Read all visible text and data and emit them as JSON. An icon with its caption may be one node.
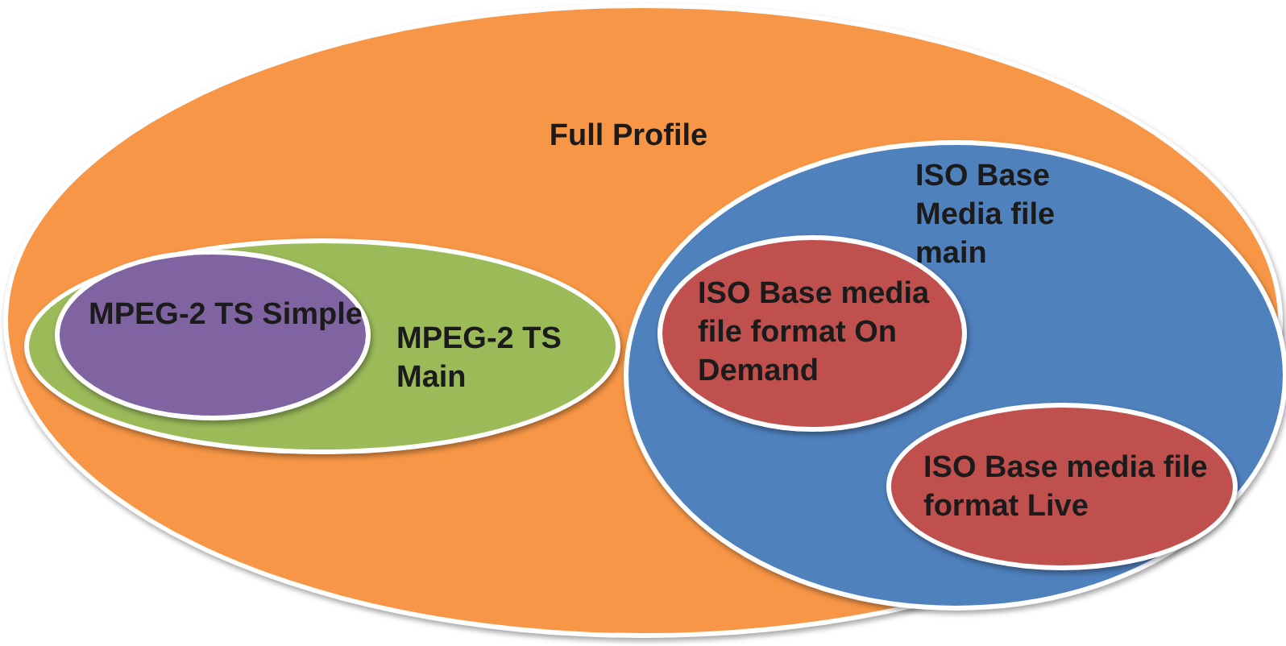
{
  "diagram": {
    "nodes": [
      {
        "text": [
          "Full Profile"
        ]
      },
      {
        "text": [
          "MPEG-2 TS Main"
        ],
        "in": 0
      },
      {
        "text": [
          "MPEG-2 TS Simple"
        ],
        "in": 1
      },
      {
        "text": [
          "ISO Base Media file main"
        ],
        "in": 0
      },
      {
        "text": [
          "ISO Base media file format On Demand"
        ],
        "in": 3
      },
      {
        "text": [
          "ISO Base media file format Live"
        ],
        "in": 3
      }
    ]
  }
}
